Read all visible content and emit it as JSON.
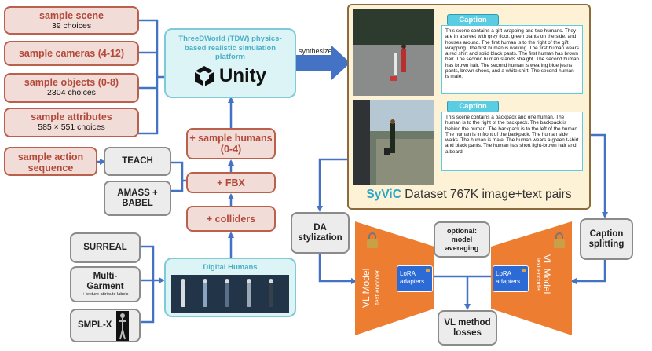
{
  "left_samples": [
    {
      "title": "sample scene",
      "sub": "39 choices"
    },
    {
      "title": "sample cameras (4-12)",
      "sub": ""
    },
    {
      "title": "sample objects (0-8)",
      "sub": "2304 choices"
    },
    {
      "title": "sample attributes",
      "sub": "585 × 551 choices"
    }
  ],
  "action": {
    "title": "sample action sequence"
  },
  "teach": "TEACH",
  "amass": "AMASS + BABEL",
  "surreal": "SURREAL",
  "multigarment": {
    "title": "Multi-Garment",
    "sub": "+ texture attribute labels"
  },
  "smplx": "SMPL-X",
  "tdw": {
    "title": "ThreeDWorld (TDW) physics-based realistic simulation platform",
    "unity": "Unity"
  },
  "chain": {
    "humans": "+ sample humans (0-4)",
    "fbx": "+ FBX",
    "colliders": "+ colliders"
  },
  "digital_humans": {
    "title": "Digital Humans"
  },
  "synthesize": "synthesize",
  "dataset": {
    "name": "SyViC",
    "desc": " Dataset 767K image+text pairs",
    "captions": [
      {
        "tag": "Caption",
        "text": "This scene contains a gift wrapping and two humans. They are in a street with grey floor, green plants on the side, and houses around. The first human is to the right of the gift wrapping. The first human is walking. The first human wears a red shirt and solid black pants. The first human has brown hair. The second human stands straight. The second human has brown hair. The second human is wearing blue jeans pants, brown shoes, and a white shirt. The second human is male."
      },
      {
        "tag": "Caption",
        "text": "This scene contains a backpack and one human. The human is to the right of the backpack. The backpack is behind the human. The backpack is to the left of the human. The human is in front of the backpack. The human side walks. The human is male. The human wears a green t-shirt and black pants. The human has short light-brown hair and a beard."
      }
    ]
  },
  "da": "DA stylization",
  "caption_split": "Caption splitting",
  "optional": "optional: model averaging",
  "vl_left": {
    "title": "VL Model",
    "sub": "text encoder",
    "lora": "LoRA adapters"
  },
  "vl_right": {
    "title": "VL Model",
    "sub": "text encoder",
    "lora": "LoRA adapters"
  },
  "losses": "VL method losses",
  "colors": {
    "red_border": "#b9614d",
    "red_fill": "#f2dcd7",
    "blue_arrow": "#4472c4",
    "orange": "#ed7d31",
    "cyan": "#5bcde3"
  }
}
